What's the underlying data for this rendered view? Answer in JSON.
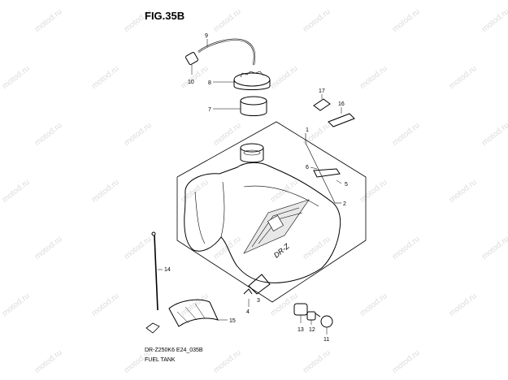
{
  "figure": {
    "title": "FIG.35B",
    "code": "DR-Z250K6 E24_035B",
    "name": "FUEL TANK"
  },
  "watermark": "motod.ru",
  "callouts": [
    "1",
    "2",
    "3",
    "4",
    "5",
    "6",
    "7",
    "8",
    "9",
    "10",
    "11",
    "12",
    "13",
    "14",
    "15",
    "16",
    "17"
  ],
  "tank_decal": "DR-Z"
}
